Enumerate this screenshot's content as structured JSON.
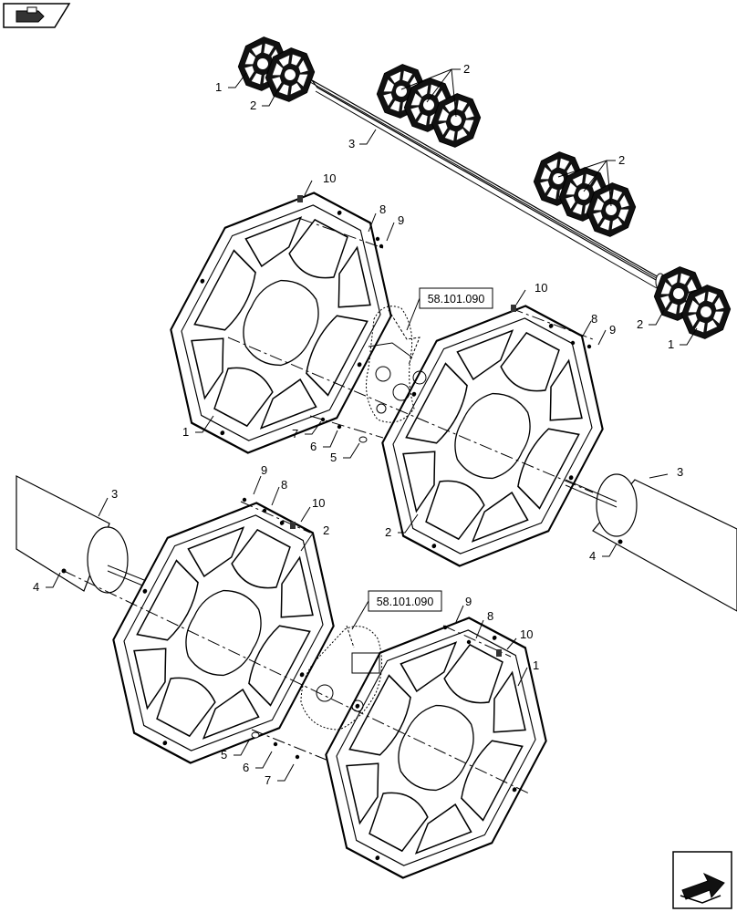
{
  "icons": {
    "top_left": "cut-parts-icon",
    "bottom_right": "back-arrow-icon"
  },
  "callouts": {
    "small_1_left": "1",
    "small_2_left": "2",
    "small_3_shaft": "3",
    "small_2_group_a": "2",
    "small_2_group_b": "2",
    "small_2_right": "2",
    "small_1_right": "1",
    "upper_10": "10",
    "upper_8": "8",
    "upper_9": "9",
    "upper_1": "1",
    "upper_7": "7",
    "upper_6": "6",
    "upper_5": "5",
    "mid_10": "10",
    "mid_8": "8",
    "mid_9": "9",
    "mid_2": "2",
    "right_3": "3",
    "right_4": "4",
    "left_9": "9",
    "left_8": "8",
    "left_10": "10",
    "left_3": "3",
    "left_2": "2",
    "left_4": "4",
    "lower_9": "9",
    "lower_8": "8",
    "lower_10": "10",
    "lower_1": "1",
    "lower_5": "5",
    "lower_6": "6",
    "lower_7": "7"
  },
  "references": {
    "upper_ref": "58.101.090",
    "lower_ref": "58.101.090"
  }
}
